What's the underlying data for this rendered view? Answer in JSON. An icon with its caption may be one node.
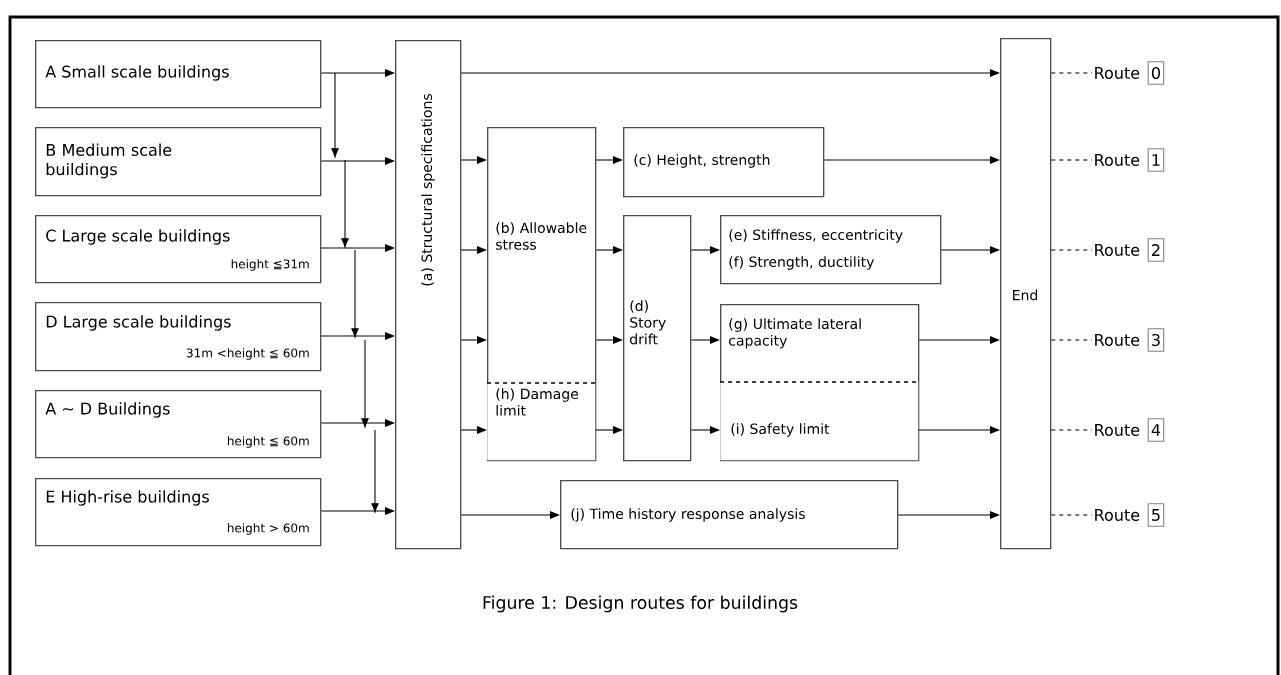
{
  "diagram": {
    "caption": "Figure 1: Design routes for buildings",
    "nodes": [
      {
        "text": [
          "A Small scale buildings"
        ]
      },
      {
        "text": [
          "B Medium scale buildings"
        ]
      },
      {
        "text": [
          "C Large scale buildings",
          "height ≦31m"
        ]
      },
      {
        "text": [
          "D Large scale buildings",
          "31m <height ≦ 60m"
        ]
      },
      {
        "text": [
          "A ∼ D Buildings",
          "height ≦ 60m"
        ]
      },
      {
        "text": [
          "E High-rise buildings",
          "height > 60m"
        ]
      },
      {
        "text": [
          "(a) Structural specifications"
        ]
      },
      {
        "text": [
          "(b) Allowable stress"
        ]
      },
      {
        "text": [
          "(h) Damage limit"
        ],
        "in": 7
      },
      {
        "text": [
          "(c) Height, strength"
        ]
      },
      {
        "text": [
          "(d) Story drift"
        ]
      },
      {
        "text": [
          "(e) Stiffness, eccentricity",
          "(f) Strength, ductility"
        ]
      },
      {
        "text": [
          "(g) Ultimate lateral capacity"
        ]
      },
      {
        "text": [
          "(i) Safety limit"
        ],
        "in": 12
      },
      {
        "text": [
          "(j) Time history response analysis"
        ]
      },
      {
        "text": [
          "End"
        ]
      },
      {
        "text": [
          "Route",
          "0"
        ]
      },
      {
        "text": [
          "Route",
          "1"
        ]
      },
      {
        "text": [
          "Route",
          "2"
        ]
      },
      {
        "text": [
          "Route",
          "3"
        ]
      },
      {
        "text": [
          "Route",
          "4"
        ]
      },
      {
        "text": [
          "Route",
          "5"
        ]
      }
    ],
    "edges": [
      {
        "from": 0,
        "to": 6,
        "arrow": "to"
      },
      {
        "from": 1,
        "to": 6,
        "arrow": "to"
      },
      {
        "from": 2,
        "to": 6,
        "arrow": "to"
      },
      {
        "from": 3,
        "to": 6,
        "arrow": "to"
      },
      {
        "from": 4,
        "to": 6,
        "arrow": "to"
      },
      {
        "from": 5,
        "to": 6,
        "arrow": "to"
      },
      {
        "from": 6,
        "to": 15,
        "arrow": "to"
      },
      {
        "from": 6,
        "to": 7,
        "arrow": "to"
      },
      {
        "from": 6,
        "to": 7,
        "arrow": "to"
      },
      {
        "from": 6,
        "to": 7,
        "arrow": "to"
      },
      {
        "from": 6,
        "to": 8,
        "arrow": "to"
      },
      {
        "from": 6,
        "to": 14,
        "arrow": "to"
      },
      {
        "from": 7,
        "to": 9,
        "arrow": "to"
      },
      {
        "from": 7,
        "to": 10,
        "arrow": "to"
      },
      {
        "from": 7,
        "to": 10,
        "arrow": "to"
      },
      {
        "from": 8,
        "to": 10,
        "arrow": "to"
      },
      {
        "from": 10,
        "to": 11,
        "arrow": "to"
      },
      {
        "from": 10,
        "to": 12,
        "arrow": "to"
      },
      {
        "from": 10,
        "to": 13,
        "arrow": "to"
      },
      {
        "from": 9,
        "to": 15,
        "arrow": "to"
      },
      {
        "from": 11,
        "to": 15,
        "arrow": "to"
      },
      {
        "from": 12,
        "to": 15,
        "arrow": "to"
      },
      {
        "from": 13,
        "to": 15,
        "arrow": "to"
      },
      {
        "from": 14,
        "to": 15,
        "arrow": "to"
      },
      {
        "from": 15,
        "to": 16,
        "arrow": "none",
        "style": "dashed"
      },
      {
        "from": 15,
        "to": 17,
        "arrow": "none",
        "style": "dashed"
      },
      {
        "from": 15,
        "to": 18,
        "arrow": "none",
        "style": "dashed"
      },
      {
        "from": 15,
        "to": 19,
        "arrow": "none",
        "style": "dashed"
      },
      {
        "from": 15,
        "to": 20,
        "arrow": "none",
        "style": "dashed"
      },
      {
        "from": 15,
        "to": 21,
        "arrow": "none",
        "style": "dashed"
      }
    ]
  }
}
